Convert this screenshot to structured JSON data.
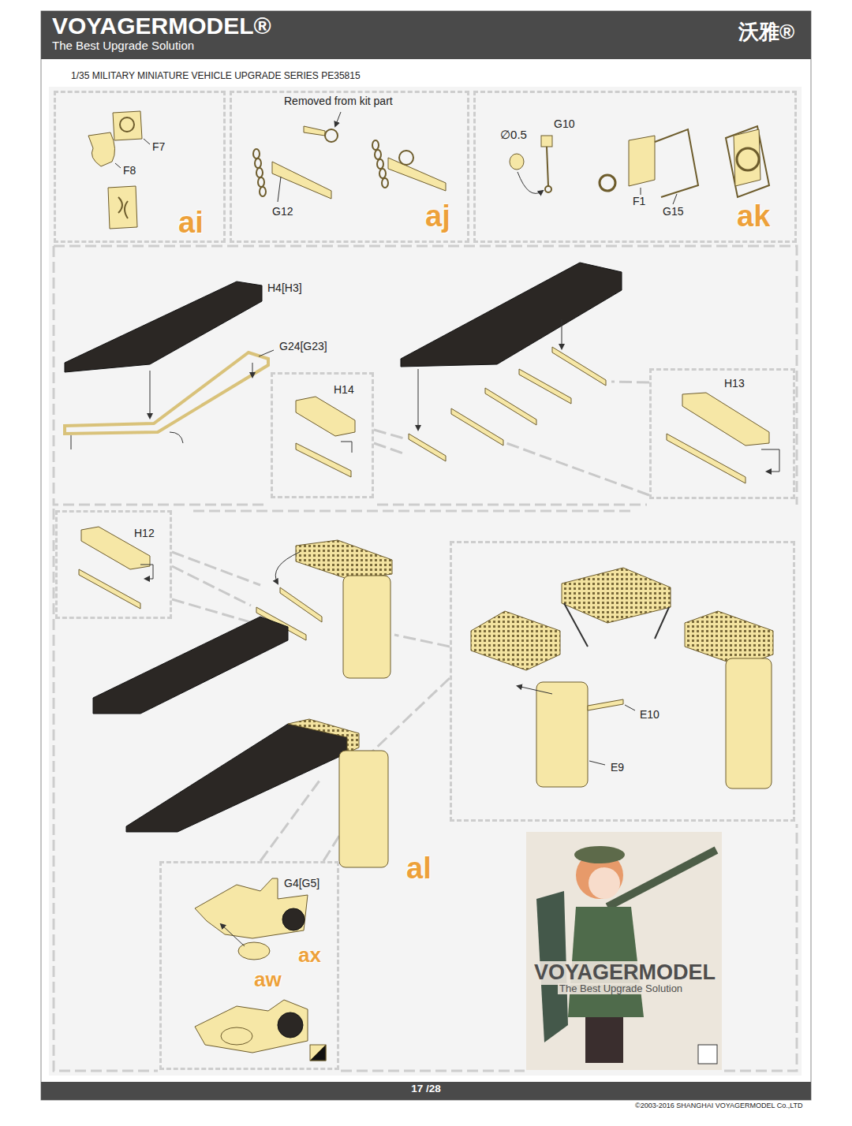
{
  "diagram": {
    "title": "1/35 MILITARY MINIATURE VEHICLE UPGRADE SERIES PE35815",
    "nodes": [
      {
        "text": [
          "VOYAGERMODEL®",
          "The Best Upgrade Solution",
          "沃雅®"
        ]
      },
      {
        "text": [
          "ai"
        ]
      },
      {
        "text": [
          "aj"
        ]
      },
      {
        "text": [
          "ak"
        ]
      },
      {
        "text": [
          "H14"
        ]
      },
      {
        "text": [
          "H13"
        ]
      },
      {
        "text": [
          "al"
        ]
      },
      {
        "text": [
          "H12"
        ],
        "in": 6
      },
      {
        "text": [
          "E10",
          "E9"
        ],
        "in": 6
      },
      {
        "text": [
          "G4[G5]",
          "ax",
          "aw"
        ],
        "in": 6
      },
      {
        "text": [
          "VOYAGERMODEL",
          "The Best Upgrade Solution"
        ],
        "in": 6
      },
      {
        "text": [
          "17 /28"
        ]
      }
    ],
    "labels": [
      "F7",
      "F8",
      "Removed from kit part",
      "G12",
      "∅0.5",
      "G10",
      "F1",
      "G15",
      "H4[H3]",
      "G24[G23]",
      "©2003-2016 SHANGHAI VOYAGERMODEL Co.,LTD"
    ]
  }
}
